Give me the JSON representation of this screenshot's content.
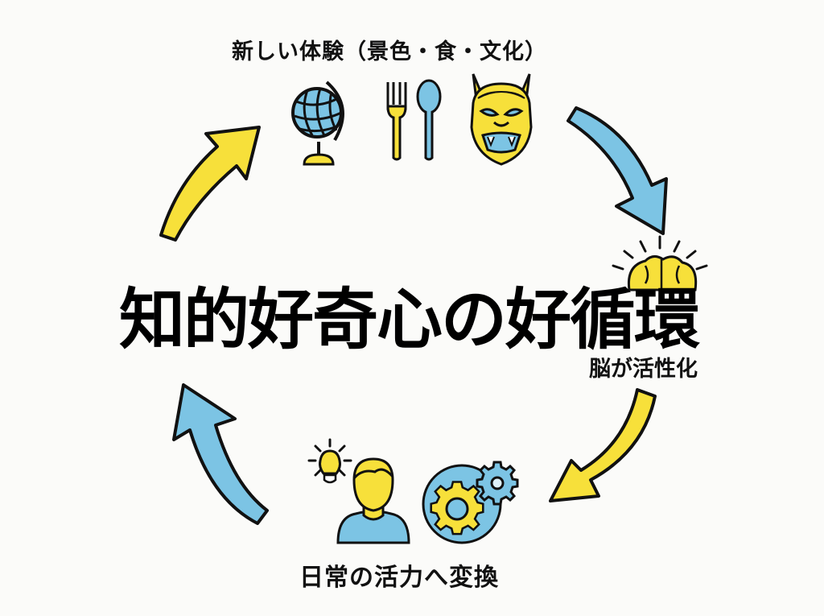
{
  "diagram": {
    "title": "知的好奇心の好循環",
    "colors": {
      "yellow": "#f7e03a",
      "blue": "#7cc4e4",
      "outline": "#111111",
      "background": "#fbfbf9"
    },
    "nodes": [
      {
        "id": "top",
        "label": "新しい体験（景色・食・文化）",
        "icons": [
          "globe-icon",
          "fork-icon",
          "spoon-icon",
          "oni-mask-icon"
        ]
      },
      {
        "id": "right",
        "label": "脳が活性化",
        "icons": [
          "brain-icon"
        ]
      },
      {
        "id": "bottom",
        "label": "日常の活力へ変換",
        "icons": [
          "lightbulb-icon",
          "person-icon",
          "gears-icon"
        ]
      }
    ],
    "arrows": [
      {
        "from": "top",
        "to": "right",
        "color": "blue"
      },
      {
        "from": "right",
        "to": "bottom",
        "color": "yellow"
      },
      {
        "from": "bottom",
        "to": "left",
        "color": "blue"
      },
      {
        "from": "left",
        "to": "top",
        "color": "yellow"
      }
    ]
  }
}
